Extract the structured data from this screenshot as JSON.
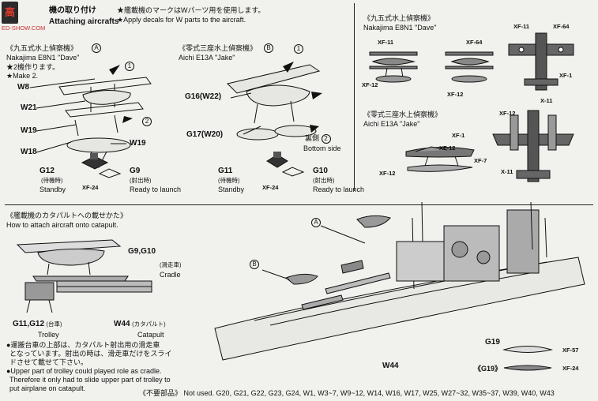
{
  "watermark": {
    "text": "ED-SHOW.COM",
    "glyph": "高"
  },
  "header": {
    "jp_title": "機の取り付け",
    "en_title": "Attaching aircrafts",
    "jp_note": "★艦載機のマークはWパーツ用を使用します。",
    "en_note": "★Apply decals for W parts to the aircraft."
  },
  "e8n1_assembly": {
    "jp_name": "《九五式水上偵察機》",
    "marker": "A",
    "en_name": "Nakajima E8N1 \"Dave\"",
    "jp_make2": "★2機作ります。",
    "en_make2": "★Make 2.",
    "step1": "1",
    "step2": "2",
    "parts": [
      "W8",
      "W21",
      "W19",
      "W18",
      "W19"
    ],
    "g12": "G12",
    "g12_jp": "(待機時)",
    "g12_en": "Standby",
    "g9": "G9",
    "g9_jp": "(射出時)",
    "g9_en": "Ready to launch",
    "xf24": "XF-24"
  },
  "e13a_assembly": {
    "jp_name": "《零式三座水上偵察機》",
    "marker": "B",
    "en_name": "Aichi E13A \"Jake\"",
    "step1": "1",
    "g16": "G16(W22)",
    "g17": "G17(W20)",
    "bottom_jp": "裏側",
    "bottom_step": "2",
    "bottom_en": "Bottom side",
    "g11": "G11",
    "g11_jp": "(待機時)",
    "g11_en": "Standby",
    "g10": "G10",
    "g10_jp": "(射出時)",
    "g10_en": "Ready to launch",
    "xf24": "XF-24"
  },
  "e8n1_decals": {
    "jp_name": "《九五式水上偵察機》",
    "en_name": "Nakajima E8N1 \"Dave\"",
    "labels": [
      "XF-11",
      "XF-64",
      "XF-12",
      "XF-12",
      "XF-11",
      "XF-64",
      "XF-1"
    ]
  },
  "e13a_decals": {
    "jp_name": "《零式三座水上偵察機》",
    "en_name": "Aichi E13A \"Jake\"",
    "labels": [
      "XF-1",
      "XF-12",
      "XF-7",
      "XF-12",
      "XF-12",
      "X-11",
      "X-11"
    ]
  },
  "catapult": {
    "jp_title": "《艦載機のカタパルトへの載せかた》",
    "en_title": "How to attach aircraft onto catapult.",
    "g9g10": "G9,G10",
    "cradle_jp": "(滑走車)",
    "cradle_en": "Cradle",
    "trolley_part": "G11,G12",
    "trolley_jp": "(台車)",
    "trolley_en": "Trolley",
    "w44_part": "W44",
    "w44_jp": "(カタパルト)",
    "w44_en": "Catapult",
    "note_jp": [
      "●運搬台車の上部は、カタパルト射出用の滑走車",
      "となっています。射出の時は、滑走車だけをスライ",
      "ドさせて載せて下さい。"
    ],
    "note_en": [
      "●Upper part of trolley could played role as cradle.",
      "Therefore it only had to slide upper part of trolley to",
      "put airplane on catapult."
    ]
  },
  "ship": {
    "marker_a": "A",
    "marker_b": "B",
    "w44": "W44",
    "g19": "G19",
    "g19_box": "《G19》",
    "xf57": "XF-57",
    "xf24": "XF-24"
  },
  "footer": {
    "jp": "《不要部品》",
    "en": "Not used. G20, G21, G22, G23, G24, W1, W3~7, W9~12, W14, W16, W17, W25, W27~32, W35~37, W39, W40, W43"
  },
  "colors": {
    "accent_red": "#e23b2f",
    "ink": "#111111",
    "paper": "#f1f1ee"
  }
}
